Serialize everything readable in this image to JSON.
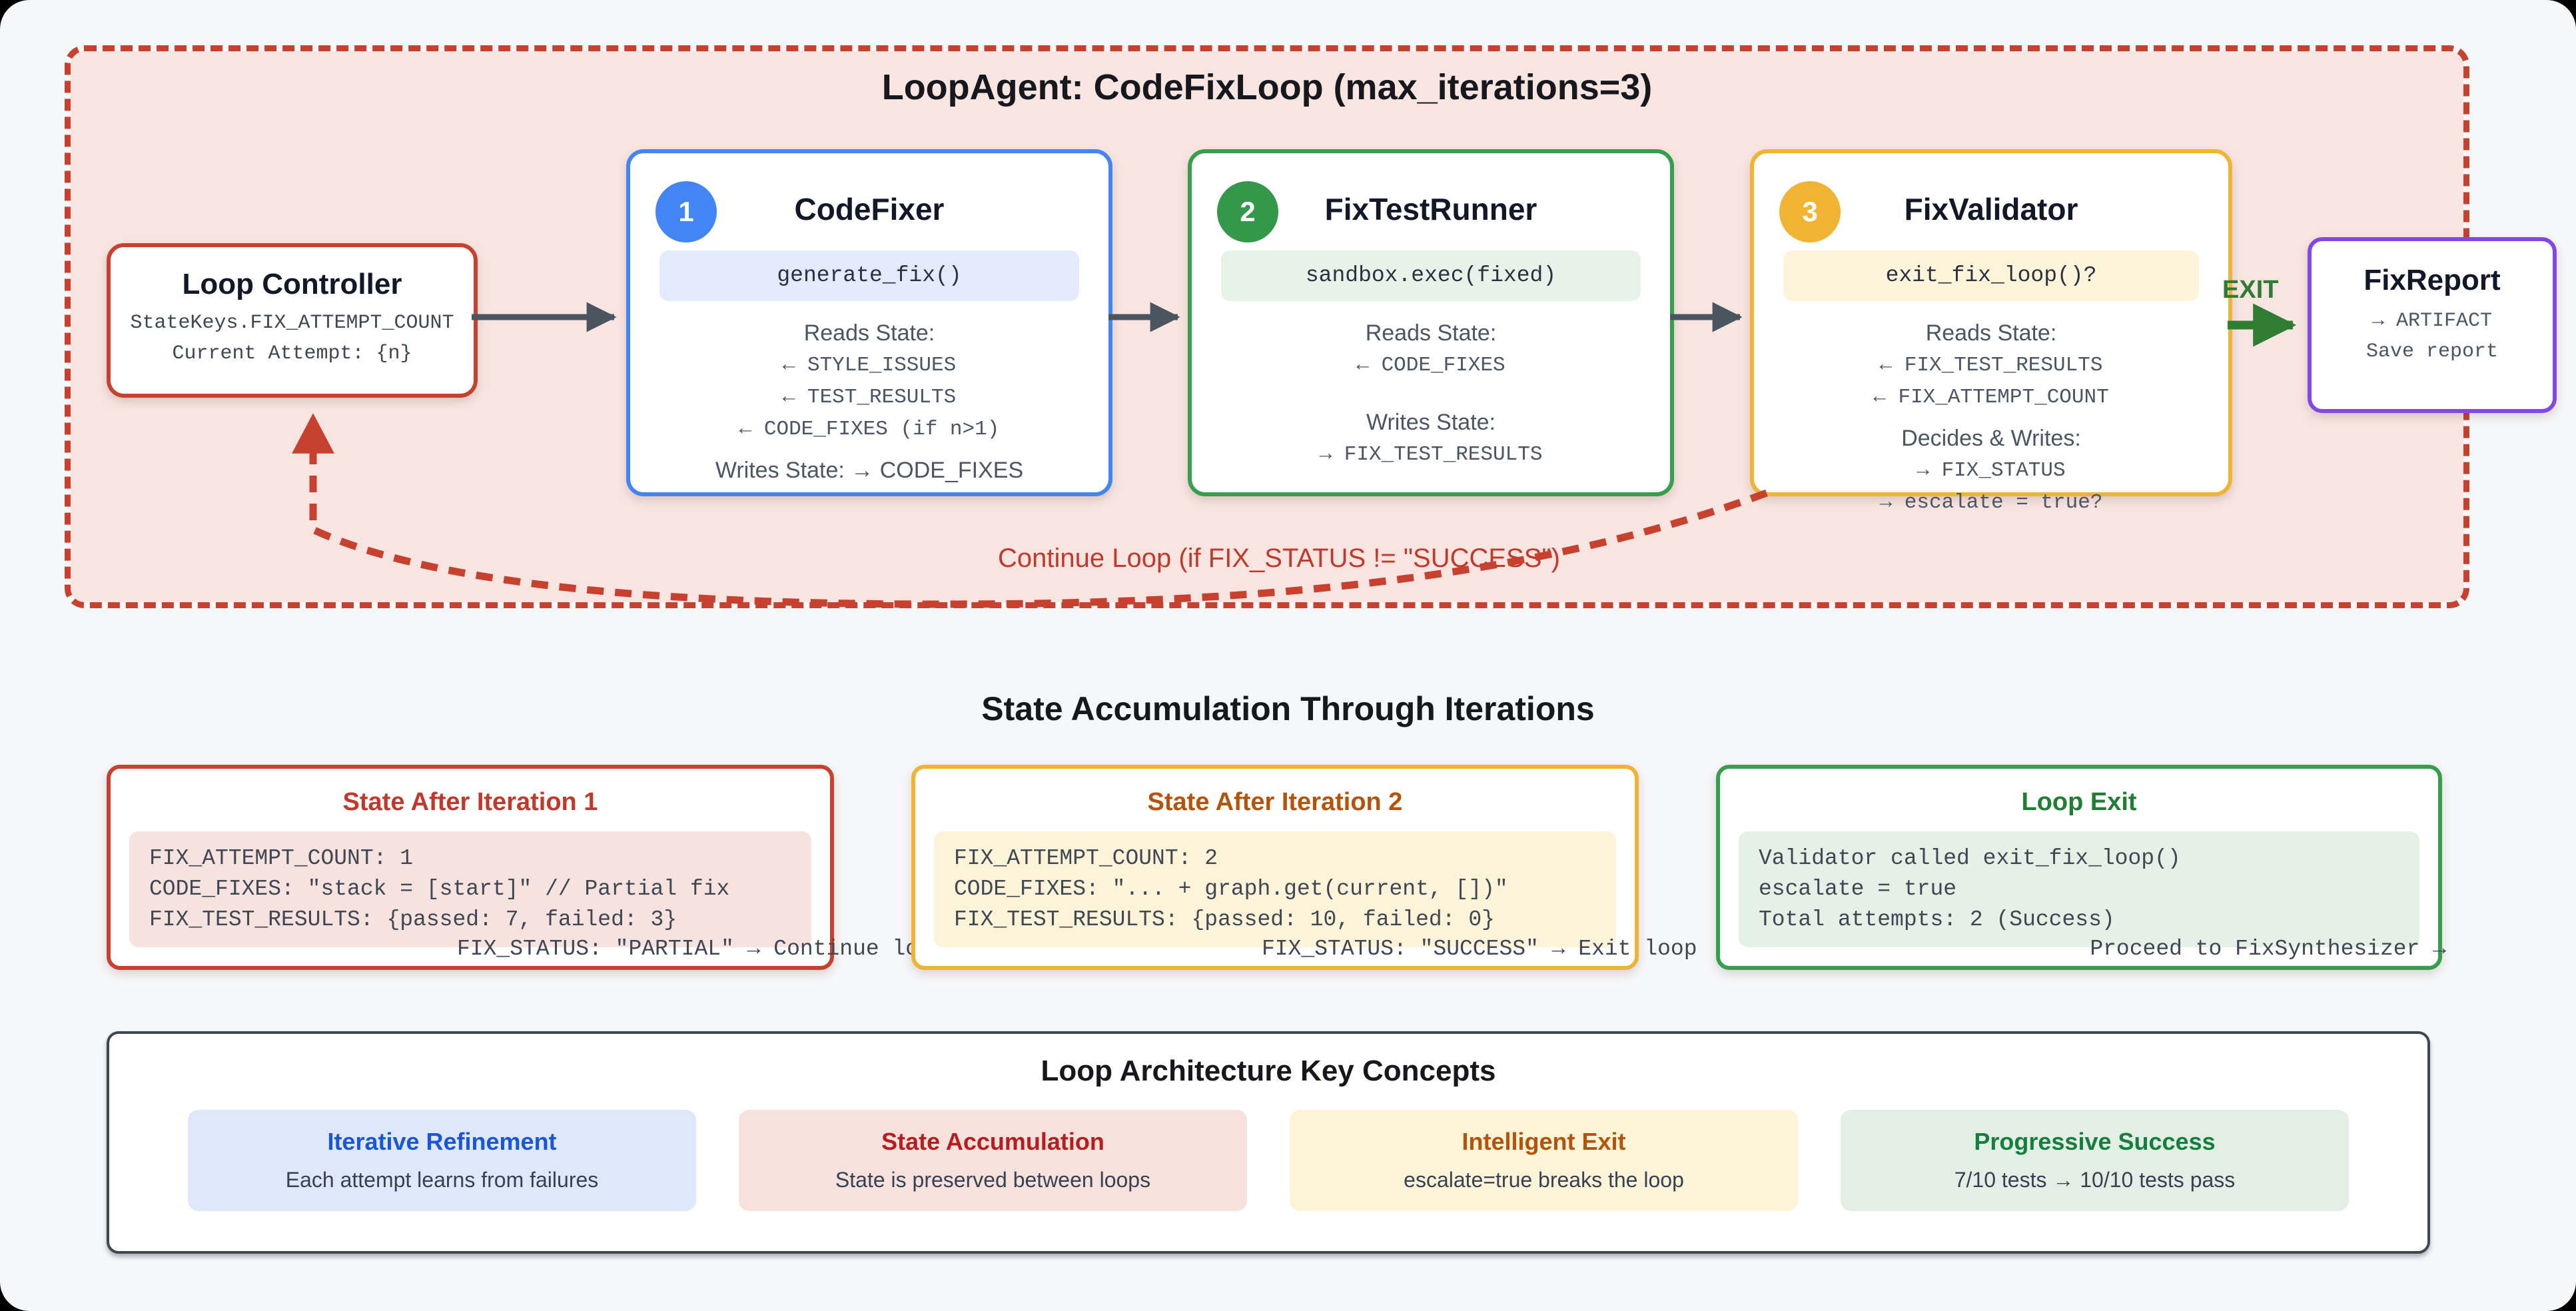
{
  "colors": {
    "page_bg": "#f6f7f9",
    "loop_bg": "#f8e5e1",
    "loop_dash_red": "#c8402e",
    "blue": "#4285f4",
    "green": "#34a04c",
    "amber": "#f0b432",
    "purple": "#8247e5",
    "arrow_gray": "#4a5560",
    "exit_green": "#2e7d32"
  },
  "loop": {
    "title": "LoopAgent: CodeFixLoop (max_iterations=3)",
    "controller": {
      "title": "Loop Controller",
      "line1": "StateKeys.FIX_ATTEMPT_COUNT",
      "line2": "Current Attempt: {n}"
    },
    "agents": [
      {
        "badge": "1",
        "title": "CodeFixer",
        "pill": "generate_fix()",
        "reads_label": "Reads State:",
        "reads": [
          "← STYLE_ISSUES",
          "← TEST_RESULTS",
          "← CODE_FIXES (if n>1)"
        ],
        "writes_label": "Writes State: → CODE_FIXES",
        "writes": []
      },
      {
        "badge": "2",
        "title": "FixTestRunner",
        "pill": "sandbox.exec(fixed)",
        "reads_label": "Reads State:",
        "reads": [
          "← CODE_FIXES"
        ],
        "writes_label": "Writes State:",
        "writes": [
          "→ FIX_TEST_RESULTS"
        ]
      },
      {
        "badge": "3",
        "title": "FixValidator",
        "pill": "exit_fix_loop()?",
        "reads_label": "Reads State:",
        "reads": [
          "← FIX_TEST_RESULTS",
          "← FIX_ATTEMPT_COUNT"
        ],
        "writes_label": "Decides & Writes:",
        "writes": [
          "→ FIX_STATUS",
          "→ escalate = true?"
        ]
      }
    ],
    "continue_label": "Continue Loop (if FIX_STATUS != \"SUCCESS\")",
    "exit_label": "EXIT"
  },
  "report": {
    "title": "FixReport",
    "line1": "→ ARTIFACT",
    "line2": "Save report"
  },
  "states": {
    "title": "State Accumulation Through Iterations",
    "boxes": [
      {
        "title": "State After Iteration 1",
        "lines": [
          "FIX_ATTEMPT_COUNT: 1",
          "CODE_FIXES: \"stack = [start]\" // Partial fix",
          "FIX_TEST_RESULTS: {passed: 7, failed: 3}"
        ],
        "overflow": "FIX_STATUS: \"PARTIAL\" → Continue loop"
      },
      {
        "title": "State After Iteration 2",
        "lines": [
          "FIX_ATTEMPT_COUNT: 2",
          "CODE_FIXES: \"... + graph.get(current, [])\"",
          "FIX_TEST_RESULTS: {passed: 10, failed: 0}"
        ],
        "overflow": "FIX_STATUS: \"SUCCESS\" → Exit loop"
      },
      {
        "title": "Loop Exit",
        "lines": [
          "Validator called exit_fix_loop()",
          "escalate = true",
          "Total attempts: 2 (Success)"
        ],
        "overflow": "Proceed to FixSynthesizer →"
      }
    ]
  },
  "concepts": {
    "title": "Loop Architecture Key Concepts",
    "cards": [
      {
        "title": "Iterative Refinement",
        "desc": "Each attempt learns from failures"
      },
      {
        "title": "State Accumulation",
        "desc": "State is preserved between loops"
      },
      {
        "title": "Intelligent Exit",
        "desc": "escalate=true breaks the loop"
      },
      {
        "title": "Progressive Success",
        "desc": "7/10 tests → 10/10 tests pass"
      }
    ]
  }
}
